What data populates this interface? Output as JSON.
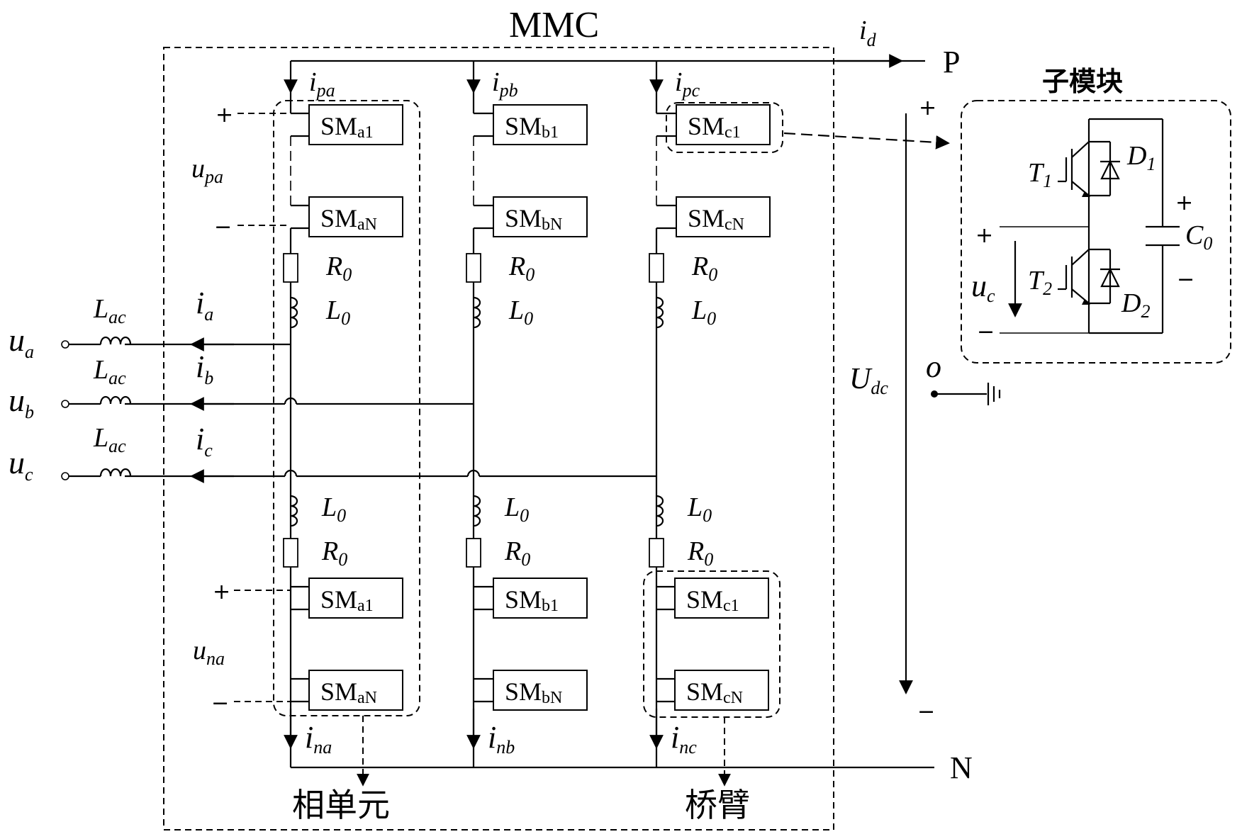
{
  "title": "MMC",
  "current_labels": {
    "id_main": "i",
    "id_sub": "d",
    "ipa_main": "i",
    "ipa_sub": "pa",
    "ipb_main": "i",
    "ipb_sub": "pb",
    "ipc_main": "i",
    "ipc_sub": "pc",
    "ina_main": "i",
    "ina_sub": "na",
    "inb_main": "i",
    "inb_sub": "nb",
    "inc_main": "i",
    "inc_sub": "nc",
    "ia_main": "i",
    "ia_sub": "a",
    "ib_main": "i",
    "ib_sub": "b",
    "ic_main": "i",
    "ic_sub": "c"
  },
  "terminals": {
    "P": "P",
    "N": "N",
    "o": "o"
  },
  "dc_voltage": {
    "main": "U",
    "sub": "dc",
    "plus": "+",
    "minus": "−"
  },
  "ac_sources": {
    "ua_main": "u",
    "ua_sub": "a",
    "ub_main": "u",
    "ub_sub": "b",
    "uc_main": "u",
    "uc_sub": "c",
    "lac_main": "L",
    "lac_sub": "ac"
  },
  "arm_voltages": {
    "upa_main": "u",
    "upa_sub": "pa",
    "una_main": "u",
    "una_sub": "na",
    "plus": "+",
    "minus": "−"
  },
  "arm_components": {
    "R_main": "R",
    "R_sub": "0",
    "L_main": "L",
    "L_sub": "0"
  },
  "submodules": {
    "sm": "SM",
    "a1": "a1",
    "aN": "aN",
    "b1": "b1",
    "bN": "bN",
    "c1": "c1",
    "cN": "cN"
  },
  "submodule_detail": {
    "title": "子模块",
    "T1_main": "T",
    "T1_sub": "1",
    "T2_main": "T",
    "T2_sub": "2",
    "D1_main": "D",
    "D1_sub": "1",
    "D2_main": "D",
    "D2_sub": "2",
    "C0_main": "C",
    "C0_sub": "0",
    "uc_main": "u",
    "uc_sub": "c",
    "plus": "+",
    "minus": "−"
  },
  "annotations": {
    "phase_unit": "相单元",
    "bridge_arm": "桥臂"
  }
}
